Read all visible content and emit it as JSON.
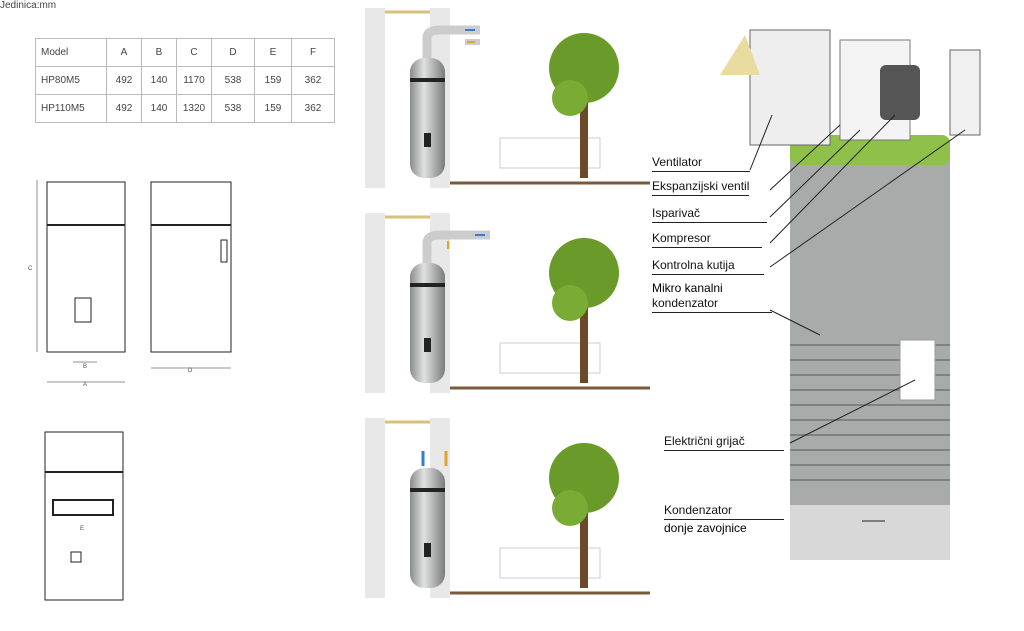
{
  "table": {
    "unit": "Jedinica:mm",
    "headers": [
      "Model",
      "A",
      "B",
      "C",
      "D",
      "E",
      "F"
    ],
    "rows": [
      [
        "HP80M5",
        "492",
        "140",
        "1170",
        "538",
        "159",
        "362"
      ],
      [
        "HP110M5",
        "492",
        "140",
        "1320",
        "538",
        "159",
        "362"
      ]
    ]
  },
  "dimension_letters": {
    "a": "A",
    "b": "B",
    "c": "C",
    "d": "D",
    "e": "E"
  },
  "labels": {
    "ventilator": "Ventilator",
    "expansion": "Ekspanzijski ventil",
    "evaporator": "Isparivač",
    "compressor": "Kompresor",
    "control": "Kontrolna kutija",
    "micro1": "Mikro kanalni",
    "micro2": "kondenzator",
    "heater": "Električni grijač",
    "coil1": "Kondenzator",
    "coil2": "donje zavojnice"
  },
  "colors": {
    "tank": "#a9abab",
    "ring": "#8fc04a",
    "tree": "#6a9a2a",
    "arrow_hot": "#e8a030",
    "arrow_cold": "#3a7ad0"
  }
}
